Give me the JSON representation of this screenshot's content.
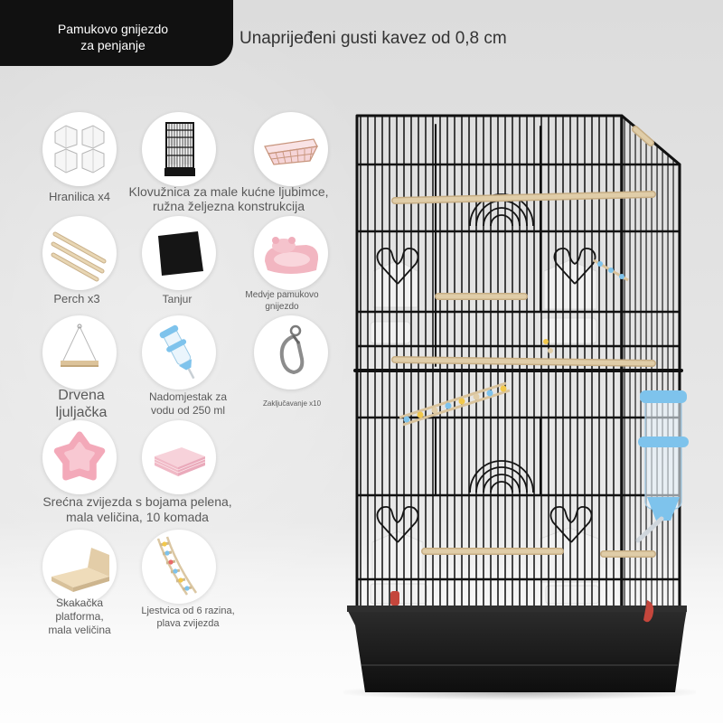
{
  "badge": {
    "lines": [
      "Pamukovo gnijezdo",
      "za penjanje"
    ]
  },
  "title": "Unaprijeđeni gusti kavez od 0,8 cm",
  "accessory_icons": [
    "feeder-icon",
    "small-cage-icon",
    "wire-basket-icon",
    "perch-sticks-icon",
    "black-liner-icon",
    "pink-cotton-nest-icon",
    "wooden-swing-icon",
    "water-bottle-icon",
    "carabiner-clip-icon",
    "star-bowl-icon",
    "pink-pads-icon",
    "jumping-platform-icon",
    "climbing-ladder-icon"
  ],
  "captions": [
    {
      "lines": [
        "Hranilica x4"
      ]
    },
    {
      "lines": [
        "Klovužnica za male kućne ljubimce,",
        "ružna željezna konstrukcija"
      ]
    },
    {
      "lines": [
        "Perch x3"
      ]
    },
    {
      "lines": [
        "Tanjur"
      ]
    },
    {
      "lines": [
        "Medvje pamukovo",
        "gnijezdo"
      ]
    },
    {
      "lines": [
        "Drvena",
        "ljuljačka"
      ]
    },
    {
      "lines": [
        "Nadomjestak za",
        "vodu od 250 ml"
      ]
    },
    {
      "lines": [
        "Zaključavanje x10"
      ]
    },
    {
      "lines": [
        "Srećna zvijezda s bojama pelena,",
        "mala veličina, 10 komada"
      ]
    },
    {
      "lines": [
        "Skakačka",
        "platforma,",
        "mala veličina"
      ]
    },
    {
      "lines": [
        "Ljestvica od 6 razina,",
        "plava zvijezda"
      ]
    }
  ],
  "product_image": "bird-cage-icon",
  "colors": {
    "badge_background": "#111111",
    "badge_text": "#ffffff",
    "title_text": "#333333",
    "label_text": "#5a5a5a",
    "cage_black": "#161616",
    "perch_wood": "#e0cda8",
    "bottle_blue": "#7ec3ec",
    "accent_pink": "#f3a9b9"
  }
}
